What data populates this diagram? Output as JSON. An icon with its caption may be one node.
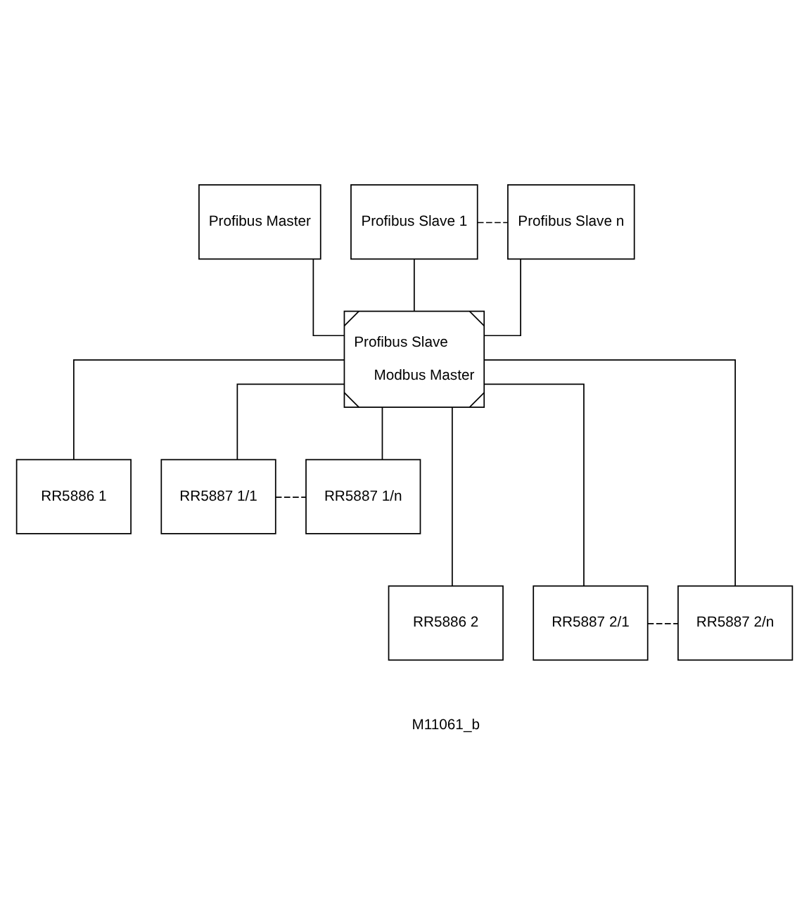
{
  "diagram": {
    "nodes": [
      {
        "text": [
          "Profibus Master"
        ]
      },
      {
        "text": [
          "Profibus Slave 1"
        ]
      },
      {
        "text": [
          "Profibus Slave n"
        ]
      },
      {
        "text": [
          "Profibus Slave",
          "Modbus Master"
        ]
      },
      {
        "text": [
          "RR5886 1"
        ]
      },
      {
        "text": [
          "RR5887 1/1"
        ]
      },
      {
        "text": [
          "RR5887 1/n"
        ]
      },
      {
        "text": [
          "RR5886 2"
        ]
      },
      {
        "text": [
          "RR5887 2/1"
        ]
      },
      {
        "text": [
          "RR5887 2/n"
        ]
      }
    ],
    "edges": [
      {
        "from": 1,
        "to": 2,
        "arrow": "none",
        "style": "dashed"
      },
      {
        "from": 0,
        "to": 3,
        "arrow": "none"
      },
      {
        "from": 1,
        "to": 3,
        "arrow": "none"
      },
      {
        "from": 2,
        "to": 3,
        "arrow": "none"
      },
      {
        "from": 3,
        "to": 4,
        "arrow": "none"
      },
      {
        "from": 3,
        "to": 5,
        "arrow": "none"
      },
      {
        "from": 3,
        "to": 6,
        "arrow": "none"
      },
      {
        "from": 5,
        "to": 6,
        "arrow": "none",
        "style": "dashed"
      },
      {
        "from": 3,
        "to": 7,
        "arrow": "none"
      },
      {
        "from": 3,
        "to": 8,
        "arrow": "none"
      },
      {
        "from": 3,
        "to": 9,
        "arrow": "none"
      },
      {
        "from": 8,
        "to": 9,
        "arrow": "none",
        "style": "dashed"
      }
    ],
    "labels": [
      "M11061_b"
    ]
  }
}
